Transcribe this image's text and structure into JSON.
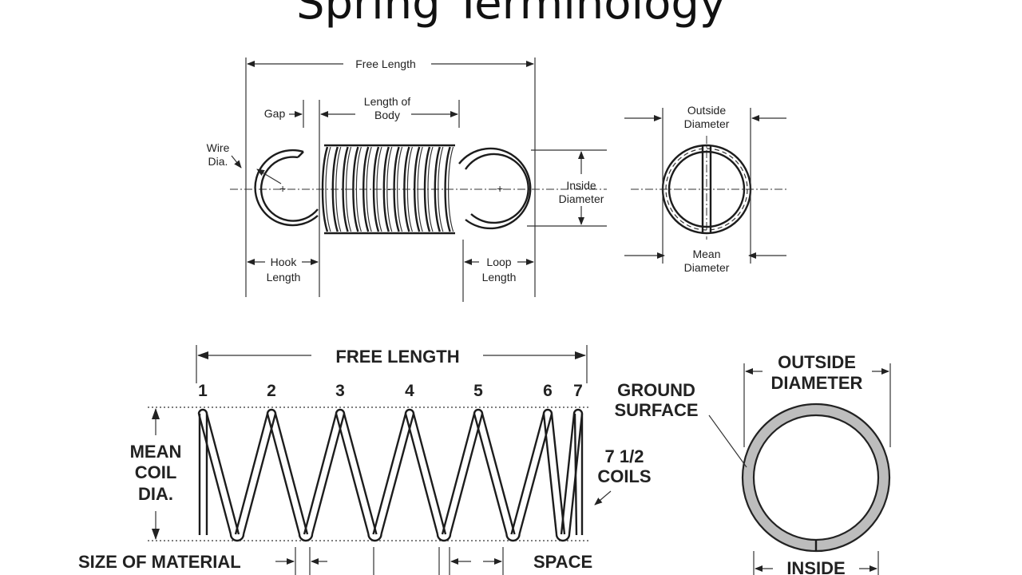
{
  "slide": {
    "title": "Spring Terminology"
  },
  "extension_spring": {
    "free_length": "Free Length",
    "gap": "Gap",
    "length_of_body_1": "Length of",
    "length_of_body_2": "Body",
    "wire_dia_1": "Wire",
    "wire_dia_2": "Dia.",
    "inside_diameter_1": "Inside",
    "inside_diameter_2": "Diameter",
    "hook_length_1": "Hook",
    "hook_length_2": "Length",
    "loop_length_1": "Loop",
    "loop_length_2": "Length",
    "outside_diameter_1": "Outside",
    "outside_diameter_2": "Diameter",
    "mean_diameter_1": "Mean",
    "mean_diameter_2": "Diameter"
  },
  "compression_spring": {
    "free_length": "FREE LENGTH",
    "coil_numbers": [
      "1",
      "2",
      "3",
      "4",
      "5",
      "6",
      "7"
    ],
    "mean_coil_dia_1": "MEAN",
    "mean_coil_dia_2": "COIL",
    "mean_coil_dia_3": "DIA.",
    "coils_1": "7 1/2",
    "coils_2": "COILS",
    "size_of_material": "SIZE OF MATERIAL",
    "space": "SPACE",
    "ground_surface_1": "GROUND",
    "ground_surface_2": "SURFACE",
    "outside_diameter_1": "OUTSIDE",
    "outside_diameter_2": "DIAMETER",
    "inside": "INSIDE"
  }
}
